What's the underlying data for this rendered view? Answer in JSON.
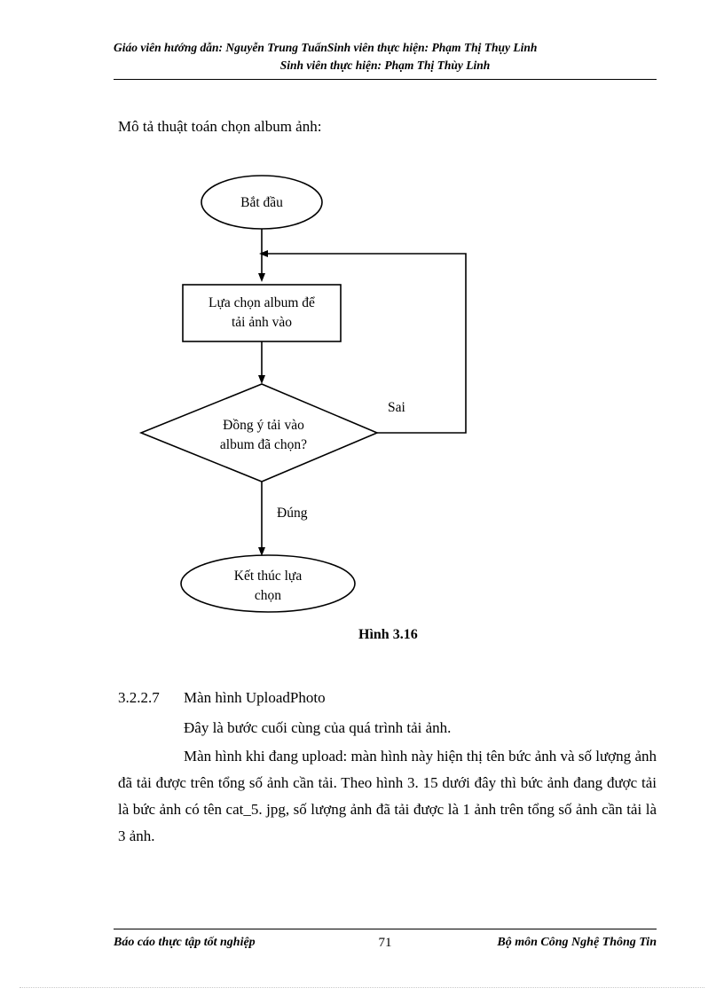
{
  "header": {
    "line1": "Giáo viên hướng dẫn: Nguyễn Trung TuấnSinh viên thực hiện: Phạm Thị Thụy Linh",
    "line2": "Sinh viên thực hiện: Phạm Thị Thùy Linh"
  },
  "intro": "Mô tả thuật toán chọn album ảnh:",
  "flowchart": {
    "start": "Bắt đầu",
    "process": "Lựa chọn album để tải ảnh vào",
    "process_line1": "Lựa chọn album để",
    "process_line2": "tải ảnh vào",
    "decision_line1": "Đồng ý tải vào",
    "decision_line2": "album đã chọn?",
    "branch_false": "Sai",
    "branch_true": "Đúng",
    "end_line1": "Kết thúc lựa",
    "end_line2": "chọn"
  },
  "figure_caption": "Hình 3.16",
  "section": {
    "number": "3.2.2.7",
    "title": "Màn hình UploadPhoto",
    "paragraph1": "Đây là bước cuối cùng của quá trình tải ảnh.",
    "paragraph2": "Màn hình khi đang upload: màn hình này hiện thị tên bức ảnh và số lượng ảnh đã tải được trên tổng số ảnh cần tải. Theo hình 3. 15 dưới đây thì bức ảnh đang được tải là bức ảnh có tên cat_5. jpg, số lượng ảnh đã tải được là 1 ảnh trên tổng số ảnh cần tải là 3 ảnh."
  },
  "footer": {
    "left": "Báo cáo thực tập tốt nghiệp",
    "page_number": "71",
    "right": "Bộ môn Công Nghệ Thông Tin"
  }
}
